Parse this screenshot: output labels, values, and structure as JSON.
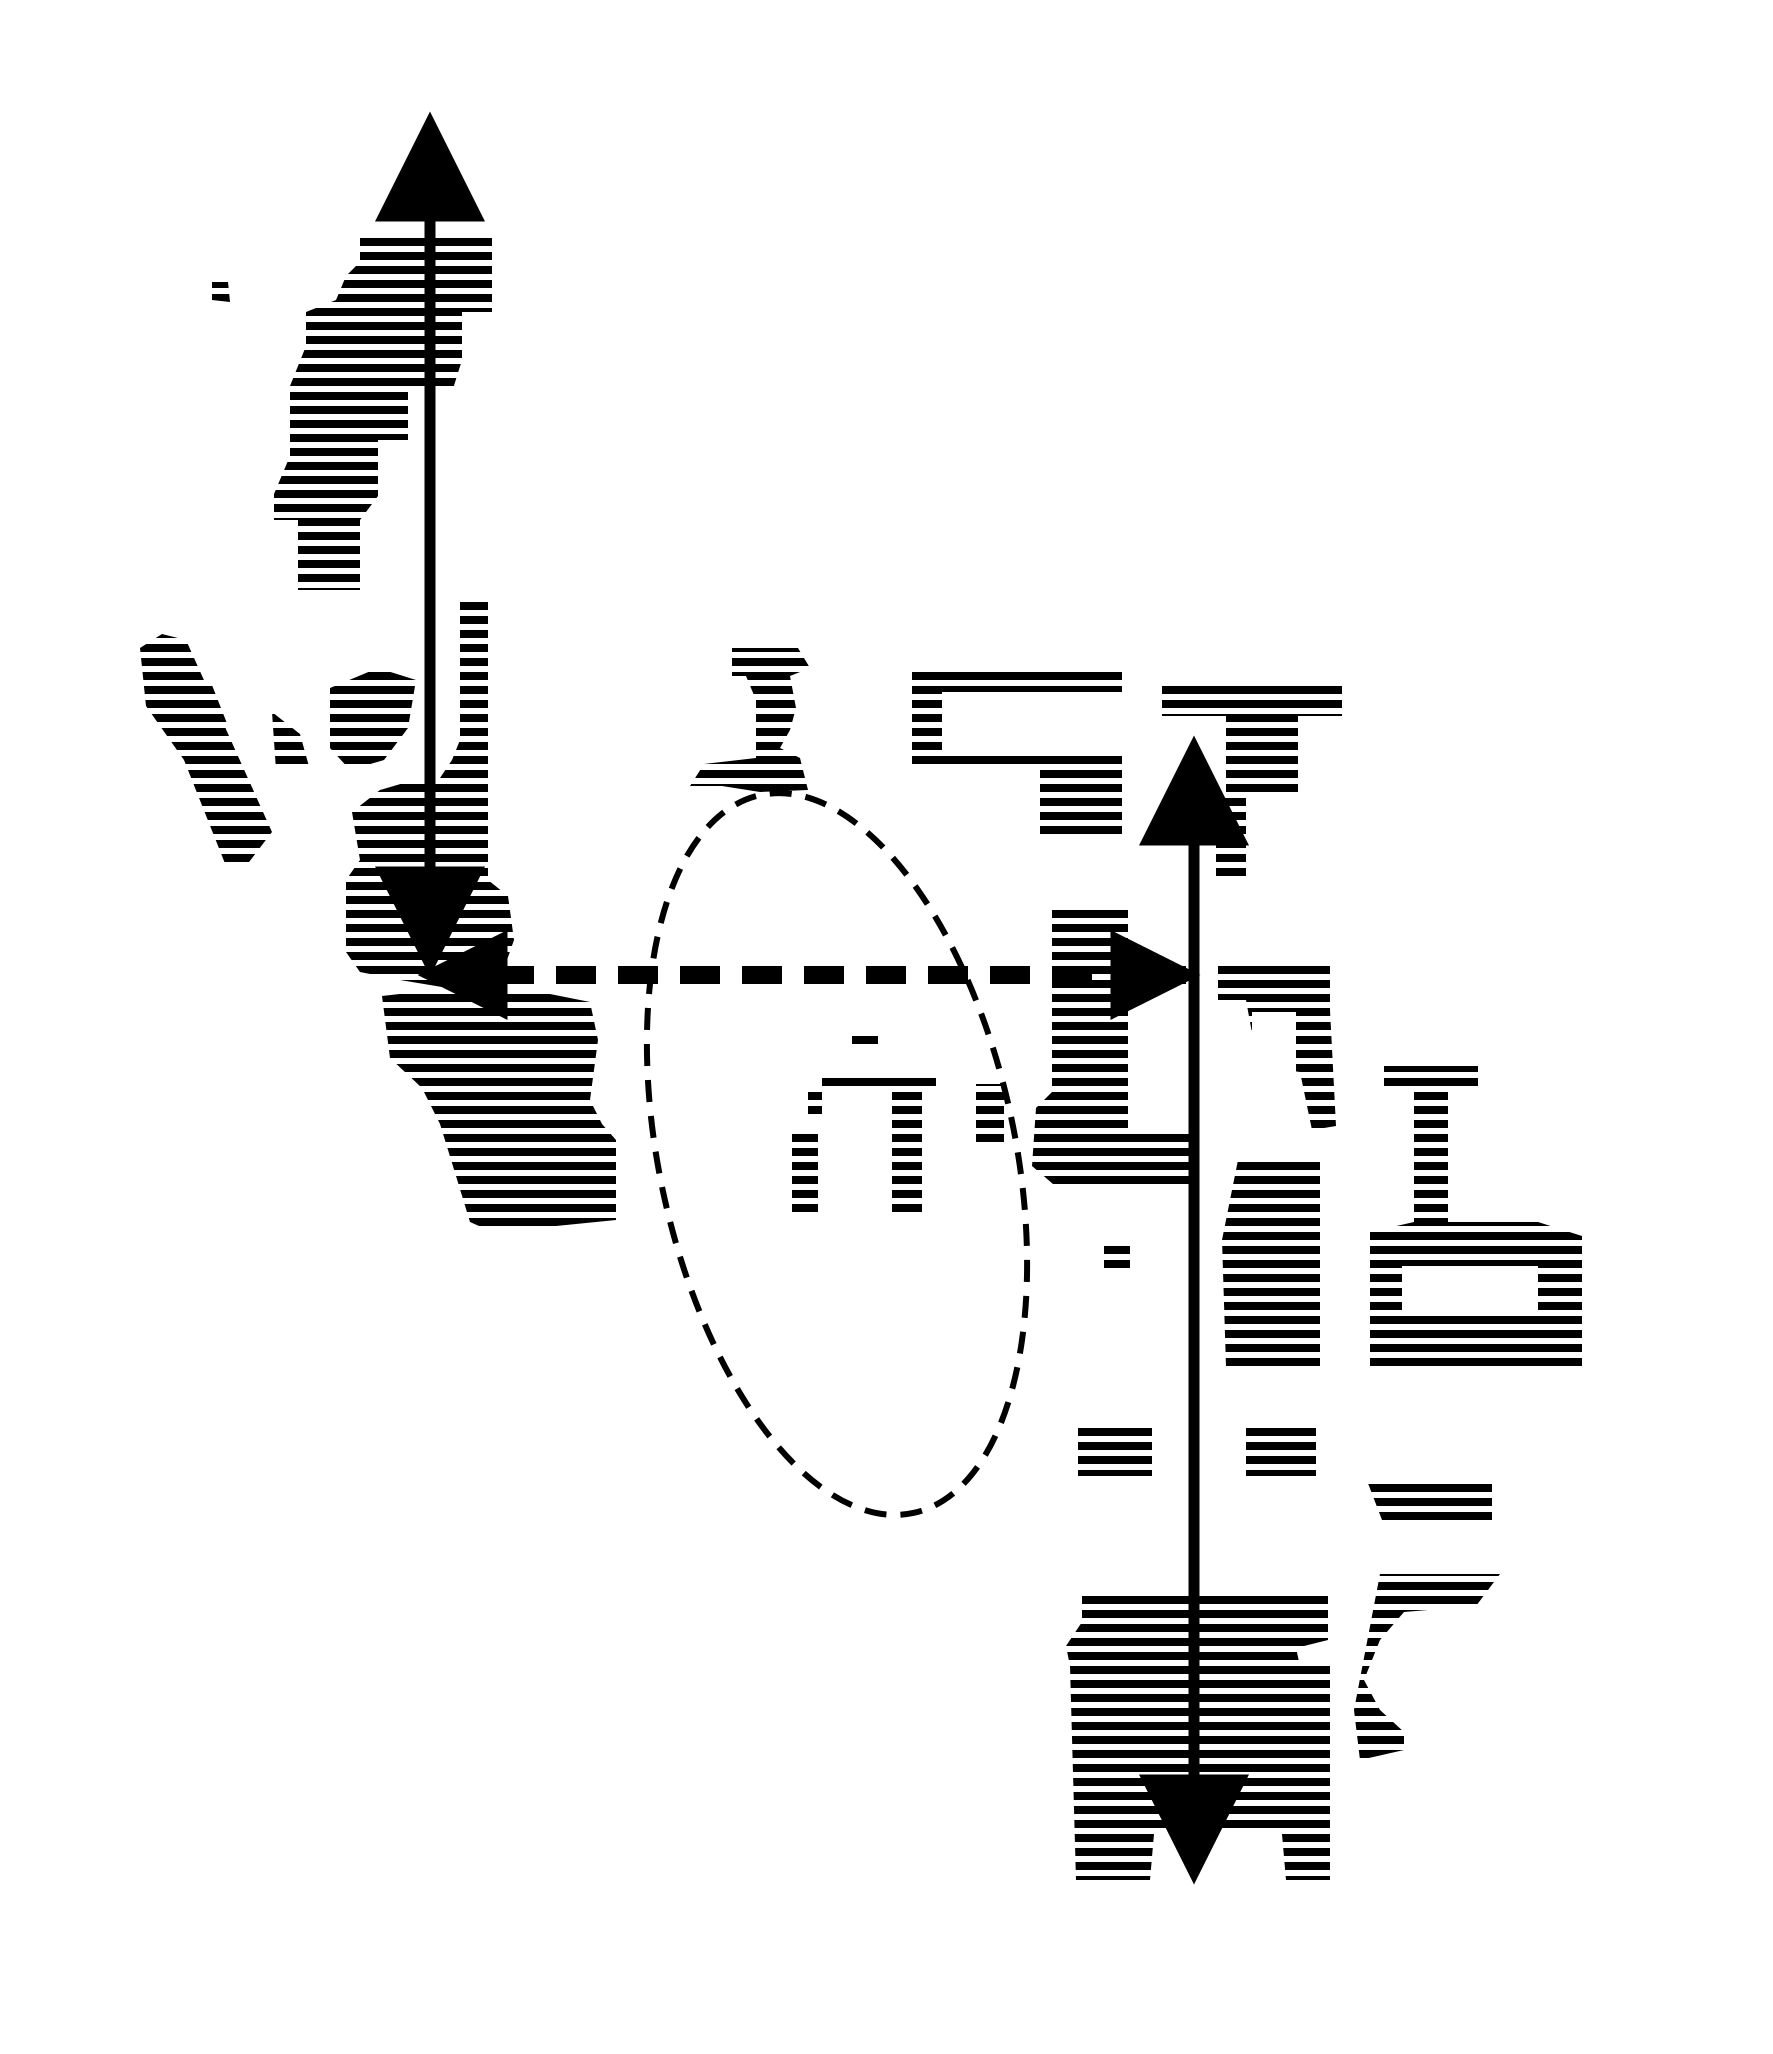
{
  "diagram": {
    "background_color": "#ffffff",
    "ink_color": "#000000",
    "hatch_style": "horizontal-line-hatching",
    "regions": [
      "upper-left-strip",
      "left-landmass",
      "central-region",
      "right-cluster",
      "lower-right-block"
    ],
    "arrows": [
      {
        "name": "vertical-arrow-left",
        "style": "solid",
        "heads": "double"
      },
      {
        "name": "horizontal-arrow",
        "style": "dashed",
        "heads": "double"
      },
      {
        "name": "vertical-arrow-right",
        "style": "solid",
        "heads": "double"
      }
    ],
    "outline": {
      "name": "dashed-ellipse",
      "style": "dashed"
    }
  }
}
